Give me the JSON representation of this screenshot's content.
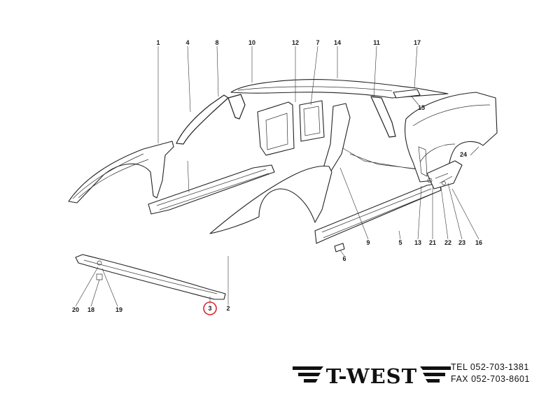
{
  "diagram": {
    "parts": [
      {
        "id": "p1",
        "label": "1"
      },
      {
        "id": "p4",
        "label": "4"
      },
      {
        "id": "p8",
        "label": "8"
      },
      {
        "id": "p10",
        "label": "10"
      },
      {
        "id": "p12",
        "label": "12"
      },
      {
        "id": "p7",
        "label": "7"
      },
      {
        "id": "p14",
        "label": "14"
      },
      {
        "id": "p11",
        "label": "11"
      },
      {
        "id": "p17",
        "label": "17"
      },
      {
        "id": "p15",
        "label": "15"
      },
      {
        "id": "p24",
        "label": "24"
      },
      {
        "id": "p9",
        "label": "9"
      },
      {
        "id": "p5",
        "label": "5"
      },
      {
        "id": "p13",
        "label": "13"
      },
      {
        "id": "p21",
        "label": "21"
      },
      {
        "id": "p22",
        "label": "22"
      },
      {
        "id": "p23",
        "label": "23"
      },
      {
        "id": "p16",
        "label": "16"
      },
      {
        "id": "p6",
        "label": "6"
      },
      {
        "id": "p2",
        "label": "2"
      },
      {
        "id": "p3",
        "label": "3",
        "highlighted": true
      },
      {
        "id": "p20",
        "label": "20"
      },
      {
        "id": "p18",
        "label": "18"
      },
      {
        "id": "p19",
        "label": "19"
      }
    ],
    "highlight_color": "#e3262c"
  },
  "brand": {
    "logo_text": "T-WEST",
    "tel": "TEL  052-703-1381",
    "fax": "FAX  052-703-8601"
  }
}
